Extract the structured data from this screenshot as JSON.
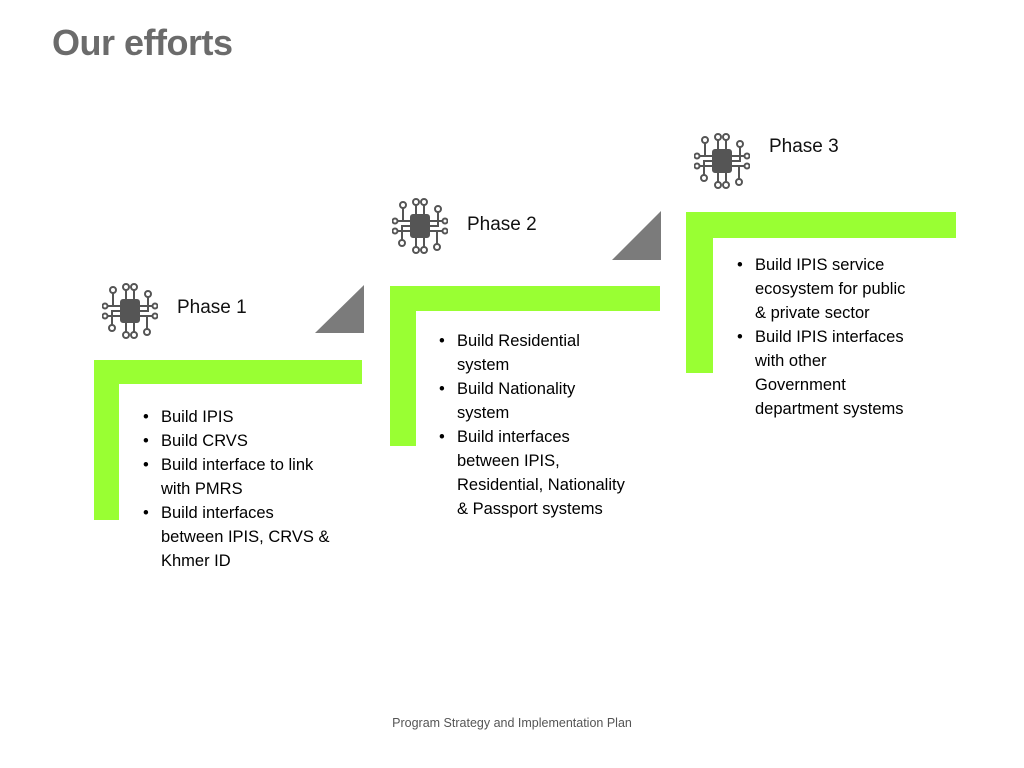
{
  "page": {
    "title": "Our efforts",
    "footer": "Program Strategy and Implementation Plan"
  },
  "colors": {
    "accent_green": "#99ff33",
    "triangle_gray": "#7b7b7b",
    "icon_gray": "#555555",
    "title_gray": "#6b6b6b"
  },
  "phases": [
    {
      "label": "Phase 1",
      "icon": "circuit-chip-icon",
      "items": [
        "Build IPIS",
        "Build CRVS",
        "Build interface to link with PMRS",
        "Build interfaces between IPIS, CRVS & Khmer ID"
      ]
    },
    {
      "label": "Phase 2",
      "icon": "circuit-chip-icon",
      "items": [
        "Build Residential system",
        "Build Nationality system",
        "Build interfaces between IPIS, Residential, Nationality & Passport systems"
      ]
    },
    {
      "label": "Phase 3",
      "icon": "circuit-chip-icon",
      "items": [
        "Build IPIS service ecosystem for public & private sector",
        "Build IPIS interfaces with other Government department systems"
      ]
    }
  ]
}
